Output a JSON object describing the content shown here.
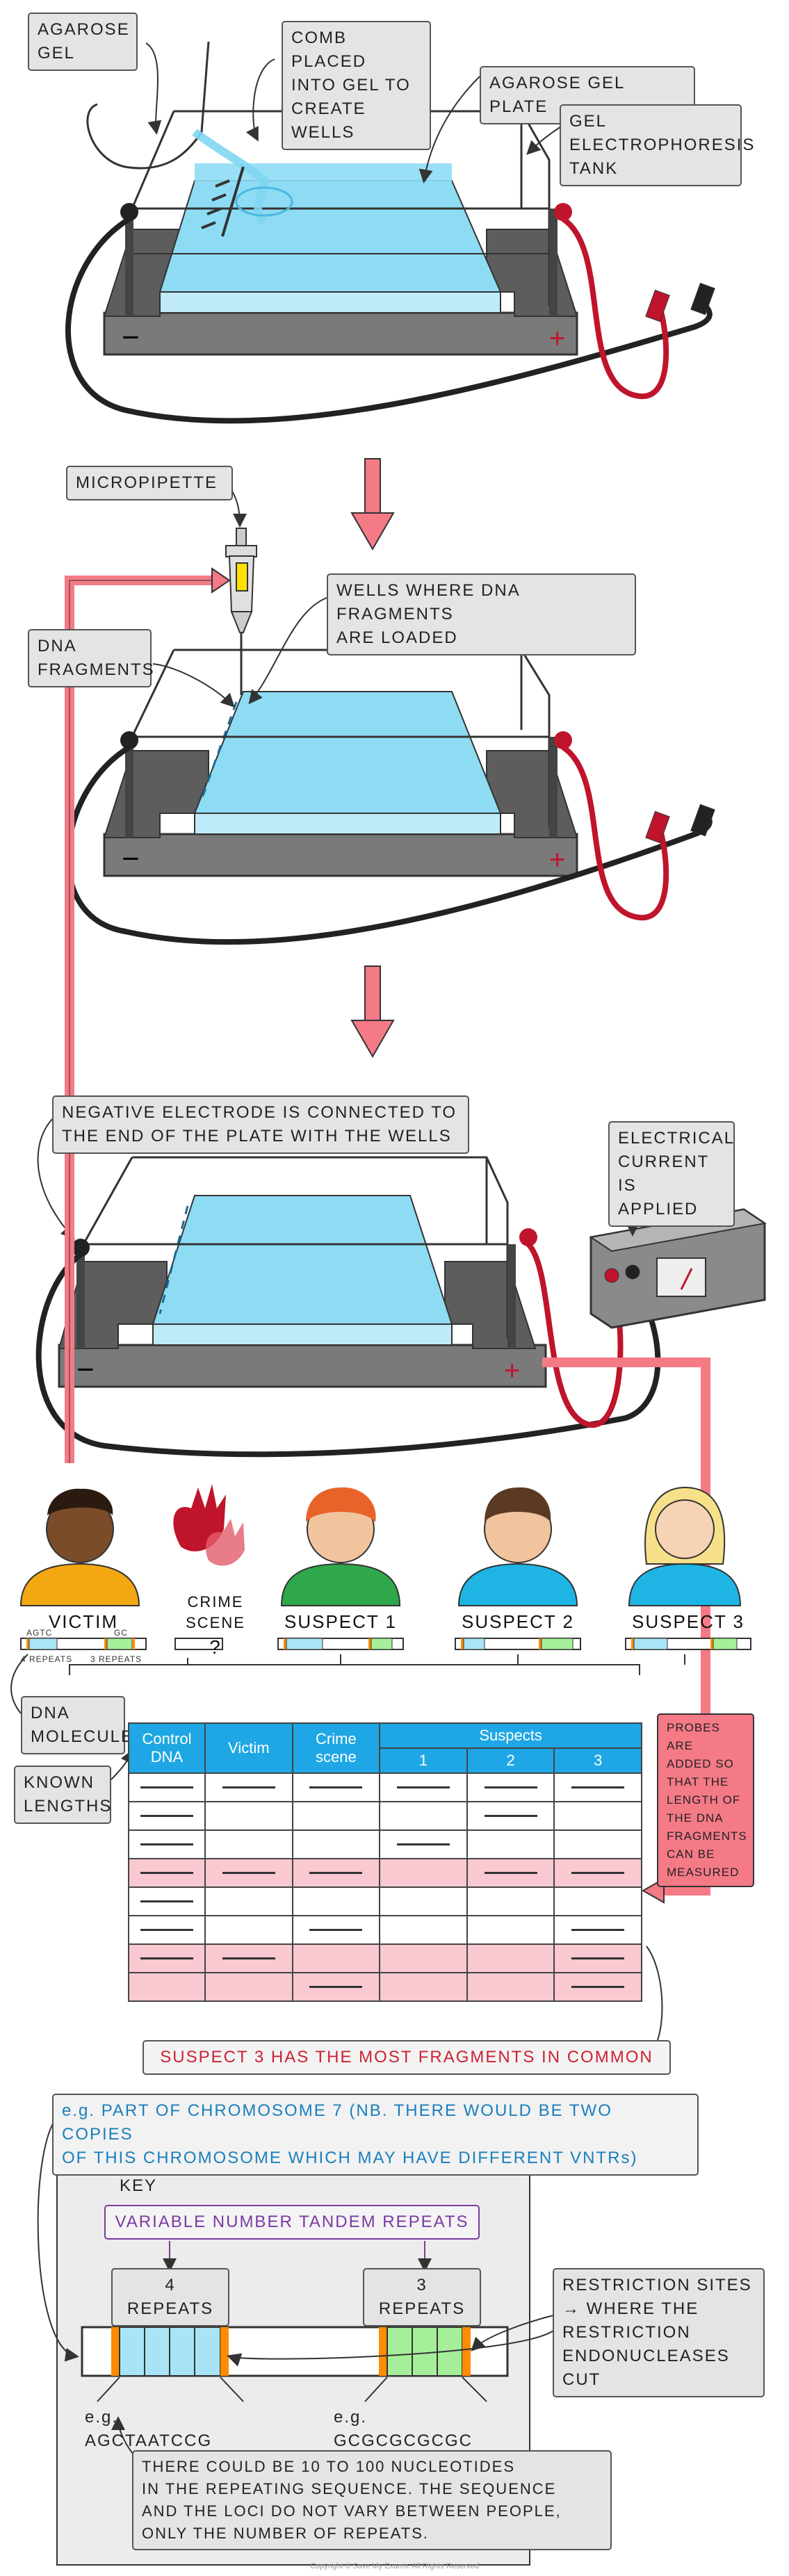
{
  "stage1": {
    "agarose_gel": "AGAROSE\nGEL",
    "comb": "COMB PLACED\nINTO GEL TO\nCREATE WELLS",
    "gel_plate": "AGAROSE GEL PLATE",
    "tank": "GEL\nELECTROPHORESIS\nTANK",
    "minus": "−",
    "plus": "+"
  },
  "stage2": {
    "micropipette": "MICROPIPETTE",
    "wells": "WELLS WHERE DNA FRAGMENTS\nARE LOADED",
    "dna_fragments": "DNA\nFRAGMENTS",
    "minus": "−",
    "plus": "+"
  },
  "stage3": {
    "negative_electrode": "NEGATIVE ELECTRODE IS CONNECTED TO\nTHE END OF THE PLATE WITH THE WELLS",
    "current": "ELECTRICAL\nCURRENT IS\nAPPLIED",
    "minus": "−",
    "plus": "+"
  },
  "people": {
    "victim": "VICTIM",
    "crime_scene": "CRIME\nSCENE",
    "question": "?",
    "suspect1": "SUSPECT 1",
    "suspect2": "SUSPECT 2",
    "suspect3": "SUSPECT 3",
    "agtc": "AGTC",
    "gc": "GC",
    "four_repeats": "4 REPEATS",
    "three_repeats": "3 REPEATS"
  },
  "labels": {
    "dna_molecule": "DNA\nMOLECULE",
    "known_lengths": "KNOWN\nLENGTHS",
    "probes": "PROBES ARE\nADDED SO\nTHAT THE\nLENGTH OF\nTHE DNA\nFRAGMENTS\nCAN BE\nMEASURED",
    "conclusion": "SUSPECT 3 HAS THE MOST FRAGMENTS IN COMMON"
  },
  "table": {
    "h_control": "Control\nDNA",
    "h_victim": "Victim",
    "h_crime": "Crime\nscene",
    "h_suspects": "Suspects",
    "h_s1": "1",
    "h_s2": "2",
    "h_s3": "3",
    "rows": [
      {
        "hl": false,
        "bands": [
          1,
          1,
          1,
          1,
          1,
          1
        ]
      },
      {
        "hl": false,
        "bands": [
          1,
          0,
          0,
          0,
          1,
          0
        ]
      },
      {
        "hl": false,
        "bands": [
          1,
          0,
          0,
          1,
          0,
          0
        ]
      },
      {
        "hl": true,
        "bands": [
          1,
          1,
          1,
          0,
          1,
          1
        ]
      },
      {
        "hl": false,
        "bands": [
          1,
          0,
          0,
          0,
          0,
          0
        ]
      },
      {
        "hl": false,
        "bands": [
          1,
          0,
          1,
          0,
          0,
          1
        ]
      },
      {
        "hl": true,
        "bands": [
          1,
          1,
          0,
          0,
          0,
          1
        ]
      },
      {
        "hl": true,
        "bands": [
          0,
          0,
          1,
          0,
          0,
          1
        ]
      }
    ]
  },
  "key": {
    "example": "e.g. PART OF CHROMOSOME 7 (NB. THERE WOULD BE TWO COPIES\nOF THIS CHROMOSOME WHICH MAY HAVE DIFFERENT VNTRs)",
    "title": "KEY",
    "vntr": "VARIABLE NUMBER TANDEM REPEATS",
    "four_repeats": "4 REPEATS",
    "three_repeats": "3 REPEATS",
    "restriction": "RESTRICTION SITES\n→ WHERE THE\nRESTRICTION\nENDONUCLEASES CUT",
    "seq1": "e.g. AGCTAATCCG",
    "seq2": "e.g. GCGCGCGCGC",
    "nucleotides": "THERE COULD BE 10 TO 100 NUCLEOTIDES\nIN THE REPEATING SEQUENCE. THE SEQUENCE\nAND THE LOCI DO NOT VARY BETWEEN PEOPLE,\nONLY THE NUMBER OF REPEATS."
  },
  "footer": "Copyright © Save My Exams. All Rights Reserved",
  "colors": {
    "gel": "#7fd6f2",
    "tank_base": "#6b6b6b",
    "arrow": "#f47a86",
    "red_wire": "#c0142c",
    "table_header": "#1ea7e4",
    "highlight_row": "#f9c8d1",
    "repeat_blue": "#a8e4f6",
    "repeat_green": "#a6ef9a",
    "restriction_orange": "#ff8c00"
  }
}
